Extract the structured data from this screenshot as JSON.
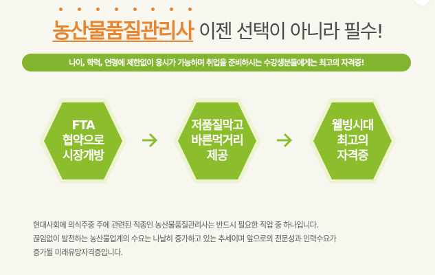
{
  "headline": {
    "accent": "농산물품질관리사",
    "rest": "이젠 선택이 아니라 필수!"
  },
  "banner": {
    "text": "나이, 학력, 연령에 제한없이 응시가 가능하며 취업을 준비하시는 수강생분들에게는 최고의 자격증!"
  },
  "steps": [
    {
      "lines": [
        "FTA",
        "협약으로",
        "시장개방"
      ]
    },
    {
      "lines": [
        "저품질막고",
        "바른먹거리",
        "제공"
      ]
    },
    {
      "lines": [
        "웰빙시대",
        "최고의",
        "자격증"
      ]
    }
  ],
  "description": {
    "lines": [
      "현대사회에 의식주중 주에 관련된 직종인 농산물품질관리사는 반드시 필요한 직업 중 하나입니다.",
      "끊임없이 발전하는 농산물업계의 수요는 나날히 증가하고 있는 추세이며 앞으로의 전문성과 인력수요가",
      "증가될 미래유망자격증입니다."
    ]
  },
  "colors": {
    "accent_orange": "#e9852e",
    "banner_green": "#84b531",
    "hex_green": "#8bbd2c",
    "hex_border": "#eef3d2",
    "arrow_green": "#8bbd2c",
    "text_dark": "#4a4a4a",
    "background": "#f7f7ef"
  },
  "icons": {
    "arrow": "arrow-right-icon"
  }
}
